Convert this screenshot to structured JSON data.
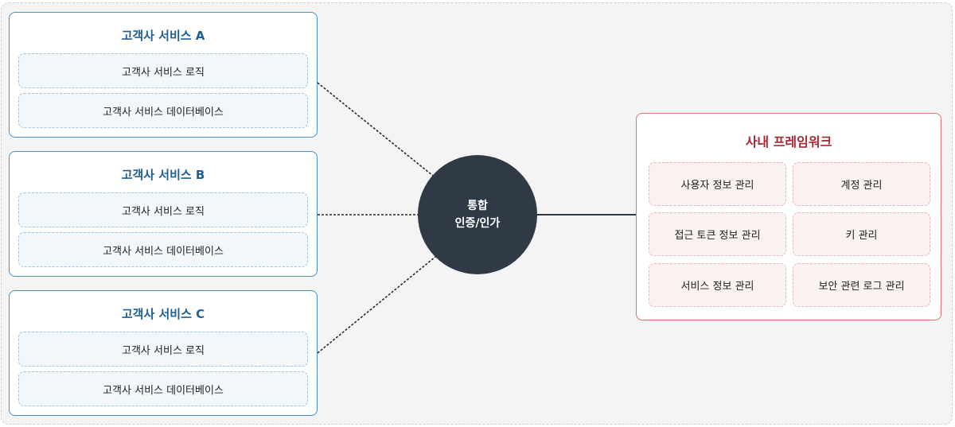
{
  "customer_services": [
    {
      "title": "고객사 서비스 A",
      "logic": "고객사 서비스 로직",
      "database": "고객사 서비스 데이터베이스"
    },
    {
      "title": "고객사 서비스 B",
      "logic": "고객사 서비스 로직",
      "database": "고객사 서비스 데이터베이스"
    },
    {
      "title": "고객사 서비스 C",
      "logic": "고객사 서비스 로직",
      "database": "고객사 서비스 데이터베이스"
    }
  ],
  "hub": {
    "line1": "통합",
    "line2": "인증/인가"
  },
  "framework": {
    "title": "사내 프레임워크",
    "items": [
      "사용자 정보 관리",
      "계정 관리",
      "접근 토큰 정보 관리",
      "키 관리",
      "서비스 정보 관리",
      "보안 관련 로그 관리"
    ]
  },
  "colors": {
    "service_border": "#4a90c8",
    "service_title": "#1f5f94",
    "hub_fill": "#2f3a46",
    "framework_border": "#d9727a",
    "framework_title": "#a42b33"
  }
}
